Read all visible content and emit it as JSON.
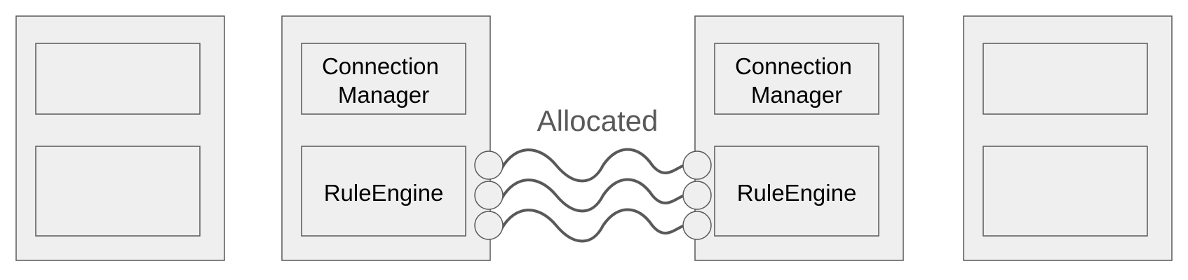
{
  "diagram": {
    "left_outer_node": {
      "top_component": "",
      "bottom_component": ""
    },
    "left_server": {
      "connection_manager_line1": "Connection",
      "connection_manager_line2": "Manager",
      "rule_engine": "RuleEngine"
    },
    "right_server": {
      "connection_manager_line1": "Connection",
      "connection_manager_line2": "Manager",
      "rule_engine": "RuleEngine"
    },
    "right_outer_node": {
      "top_component": "",
      "bottom_component": ""
    },
    "connection_label": "Allocated",
    "connection_count": 3
  },
  "colors": {
    "box_fill": "#efefef",
    "stroke": "#595959",
    "text": "#000000",
    "label_text": "#595959"
  }
}
